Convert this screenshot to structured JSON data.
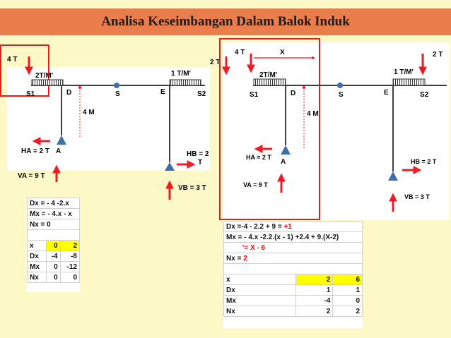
{
  "header": {
    "title": "Analisa Keseimbangan Dalam Balok Induk",
    "bg_color": "#e97d4b"
  },
  "colors": {
    "arrow": "#ed1c24",
    "support": "#3d6fae",
    "beam": "#404040",
    "highlight_box": "#e0201c",
    "table_highlight": "#ffff00"
  },
  "left_diagram": {
    "load_left": "4 T",
    "load_right": "2 T",
    "dist_left": "2T/M'",
    "dist_right": "1 T/M'",
    "s1": "S1",
    "d": "D",
    "s": "S",
    "e": "E",
    "s2": "S2",
    "height": "4 M",
    "a": "A",
    "ha": "HA = 2 T",
    "va": "VA = 9 T",
    "hb_1": "HB = 2",
    "hb_2": "T",
    "vb": "VB = 3 T"
  },
  "right_diagram": {
    "load_left": "4 T",
    "x_label": "X",
    "load_right": "2 T",
    "dist_left": "2T/M'",
    "dist_right": "1 T/M'",
    "s1": "S1",
    "d": "D",
    "s": "S",
    "e": "E",
    "s2": "S2",
    "height": "4 M",
    "ha": "HA = 2 T",
    "a": "A",
    "va": "VA = 9 T",
    "hb": "HB = 2 T",
    "vb": "VB = 3 T"
  },
  "left_table": {
    "eq_dx": "Dx = - 4 -2.x",
    "eq_mx": "Mx = - 4.x - x",
    "eq_nx": "Nx = 0",
    "header": [
      "x",
      "0",
      "2"
    ],
    "rows": [
      [
        "Dx",
        "-4",
        "-8"
      ],
      [
        "Mx",
        "0",
        "-12"
      ],
      [
        "Nx",
        "0",
        "0"
      ]
    ]
  },
  "right_table": {
    "eq_dx": "Dx  =-4 - 2.2 + 9 = ",
    "eq_dx_result": "+1",
    "eq_mx": "Mx = - 4.x -2.2.(x - 1) +2.4 + 9.(X-2)",
    "eq_mx2": "'= X - 6",
    "eq_nx": "Nx = ",
    "eq_nx_result": "2",
    "header": [
      "x",
      "2",
      "6"
    ],
    "rows": [
      [
        "Dx",
        "1",
        "1"
      ],
      [
        "Mx",
        "-4",
        "0"
      ],
      [
        "Nx",
        "2",
        "2"
      ]
    ]
  }
}
